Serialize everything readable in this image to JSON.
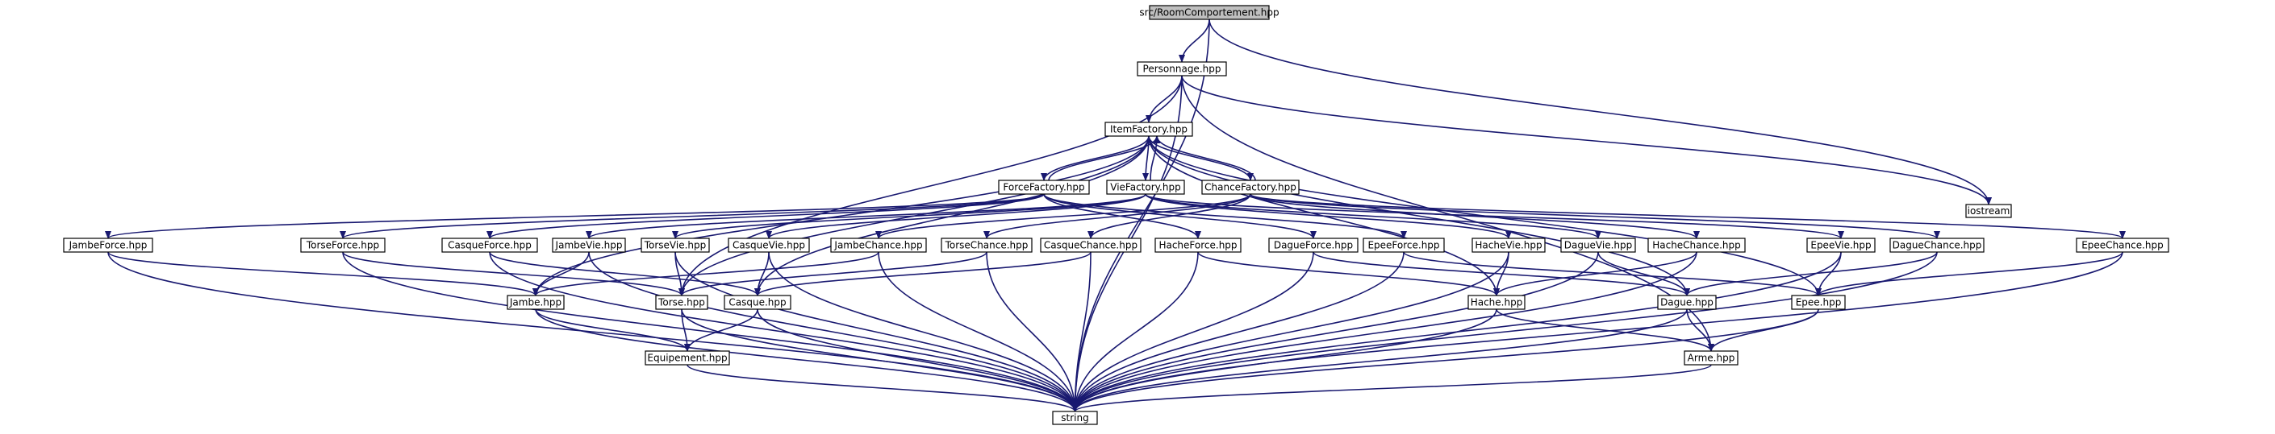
{
  "diagram": {
    "colors": {
      "edge": "#191970",
      "node_border": "#000000",
      "node_fill": "#ffffff",
      "root_fill": "#bfbfbf",
      "external_border": "#bfbfbf"
    },
    "nodes": [
      {
        "id": "root",
        "label": "src/RoomComportement.hpp",
        "kind": "root"
      },
      {
        "id": "personnage",
        "label": "Personnage.hpp"
      },
      {
        "id": "iostream",
        "label": "iostream",
        "kind": "external"
      },
      {
        "id": "itemfactory",
        "label": "ItemFactory.hpp"
      },
      {
        "id": "forcefactory",
        "label": "ForceFactory.hpp"
      },
      {
        "id": "viefactory",
        "label": "VieFactory.hpp"
      },
      {
        "id": "chancefactory",
        "label": "ChanceFactory.hpp"
      },
      {
        "id": "jambeforce",
        "label": "JambeForce.hpp"
      },
      {
        "id": "torseforce",
        "label": "TorseForce.hpp"
      },
      {
        "id": "casqueforce",
        "label": "CasqueForce.hpp"
      },
      {
        "id": "jambevie",
        "label": "JambeVie.hpp"
      },
      {
        "id": "torsevie",
        "label": "TorseVie.hpp"
      },
      {
        "id": "casquevie",
        "label": "CasqueVie.hpp"
      },
      {
        "id": "jambechance",
        "label": "JambeChance.hpp"
      },
      {
        "id": "torsechance",
        "label": "TorseChance.hpp"
      },
      {
        "id": "casquechance",
        "label": "CasqueChance.hpp"
      },
      {
        "id": "hacheforce",
        "label": "HacheForce.hpp"
      },
      {
        "id": "dagueforce",
        "label": "DagueForce.hpp"
      },
      {
        "id": "epeeforce",
        "label": "EpeeForce.hpp"
      },
      {
        "id": "hachevie",
        "label": "HacheVie.hpp"
      },
      {
        "id": "daguevie",
        "label": "DagueVie.hpp"
      },
      {
        "id": "hachechance",
        "label": "HacheChance.hpp"
      },
      {
        "id": "epeevie",
        "label": "EpeeVie.hpp"
      },
      {
        "id": "daguechance",
        "label": "DagueChance.hpp"
      },
      {
        "id": "epeechance",
        "label": "EpeeChance.hpp"
      },
      {
        "id": "jambe",
        "label": "Jambe.hpp"
      },
      {
        "id": "torse",
        "label": "Torse.hpp"
      },
      {
        "id": "casque",
        "label": "Casque.hpp"
      },
      {
        "id": "hache",
        "label": "Hache.hpp"
      },
      {
        "id": "dague",
        "label": "Dague.hpp"
      },
      {
        "id": "epee",
        "label": "Epee.hpp"
      },
      {
        "id": "equipement",
        "label": "Equipement.hpp"
      },
      {
        "id": "arme",
        "label": "Arme.hpp"
      },
      {
        "id": "string",
        "label": "string",
        "kind": "external"
      }
    ],
    "edges": [
      [
        "root",
        "personnage"
      ],
      [
        "root",
        "iostream"
      ],
      [
        "root",
        "string"
      ],
      [
        "personnage",
        "itemfactory"
      ],
      [
        "personnage",
        "iostream"
      ],
      [
        "personnage",
        "string"
      ],
      [
        "personnage",
        "arme"
      ],
      [
        "personnage",
        "torse"
      ],
      [
        "itemfactory",
        "forcefactory"
      ],
      [
        "itemfactory",
        "viefactory"
      ],
      [
        "itemfactory",
        "chancefactory"
      ],
      [
        "itemfactory",
        "jambe"
      ],
      [
        "itemfactory",
        "torse"
      ],
      [
        "itemfactory",
        "casque"
      ],
      [
        "itemfactory",
        "hache"
      ],
      [
        "itemfactory",
        "dague"
      ],
      [
        "itemfactory",
        "epee"
      ],
      [
        "forcefactory",
        "itemfactory"
      ],
      [
        "viefactory",
        "itemfactory"
      ],
      [
        "chancefactory",
        "itemfactory"
      ],
      [
        "forcefactory",
        "jambeforce"
      ],
      [
        "forcefactory",
        "torseforce"
      ],
      [
        "forcefactory",
        "casqueforce"
      ],
      [
        "forcefactory",
        "hacheforce"
      ],
      [
        "forcefactory",
        "dagueforce"
      ],
      [
        "forcefactory",
        "epeeforce"
      ],
      [
        "viefactory",
        "jambevie"
      ],
      [
        "viefactory",
        "torsevie"
      ],
      [
        "viefactory",
        "casquevie"
      ],
      [
        "viefactory",
        "hachevie"
      ],
      [
        "viefactory",
        "daguevie"
      ],
      [
        "viefactory",
        "epeevie"
      ],
      [
        "chancefactory",
        "jambechance"
      ],
      [
        "chancefactory",
        "torsechance"
      ],
      [
        "chancefactory",
        "casquechance"
      ],
      [
        "chancefactory",
        "hachechance"
      ],
      [
        "chancefactory",
        "daguechance"
      ],
      [
        "chancefactory",
        "epeechance"
      ],
      [
        "jambeforce",
        "jambe"
      ],
      [
        "jambeforce",
        "string"
      ],
      [
        "torseforce",
        "torse"
      ],
      [
        "torseforce",
        "string"
      ],
      [
        "casqueforce",
        "casque"
      ],
      [
        "casqueforce",
        "string"
      ],
      [
        "jambevie",
        "jambe"
      ],
      [
        "jambevie",
        "string"
      ],
      [
        "torsevie",
        "torse"
      ],
      [
        "torsevie",
        "string"
      ],
      [
        "casquevie",
        "casque"
      ],
      [
        "casquevie",
        "string"
      ],
      [
        "jambechance",
        "jambe"
      ],
      [
        "jambechance",
        "string"
      ],
      [
        "torsechance",
        "torse"
      ],
      [
        "torsechance",
        "string"
      ],
      [
        "casquechance",
        "casque"
      ],
      [
        "casquechance",
        "string"
      ],
      [
        "hacheforce",
        "hache"
      ],
      [
        "hacheforce",
        "string"
      ],
      [
        "dagueforce",
        "dague"
      ],
      [
        "dagueforce",
        "string"
      ],
      [
        "epeeforce",
        "epee"
      ],
      [
        "epeeforce",
        "string"
      ],
      [
        "hachevie",
        "hache"
      ],
      [
        "hachevie",
        "string"
      ],
      [
        "daguevie",
        "dague"
      ],
      [
        "daguevie",
        "string"
      ],
      [
        "hachechance",
        "hache"
      ],
      [
        "hachechance",
        "string"
      ],
      [
        "epeevie",
        "epee"
      ],
      [
        "epeevie",
        "string"
      ],
      [
        "daguechance",
        "dague"
      ],
      [
        "daguechance",
        "string"
      ],
      [
        "epeechance",
        "epee"
      ],
      [
        "epeechance",
        "string"
      ],
      [
        "jambe",
        "equipement"
      ],
      [
        "jambe",
        "string"
      ],
      [
        "torse",
        "equipement"
      ],
      [
        "torse",
        "string"
      ],
      [
        "casque",
        "equipement"
      ],
      [
        "casque",
        "string"
      ],
      [
        "hache",
        "arme"
      ],
      [
        "hache",
        "string"
      ],
      [
        "dague",
        "arme"
      ],
      [
        "dague",
        "string"
      ],
      [
        "epee",
        "arme"
      ],
      [
        "epee",
        "string"
      ],
      [
        "equipement",
        "string"
      ],
      [
        "arme",
        "string"
      ]
    ]
  }
}
